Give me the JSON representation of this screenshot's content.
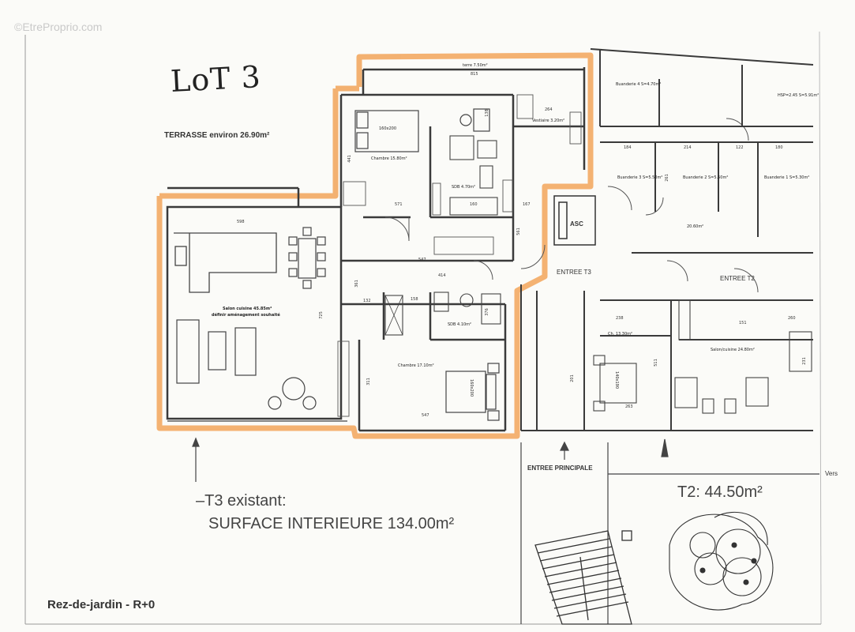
{
  "watermark": "©EtreProprio.com",
  "lot_title": "LoT 3",
  "terrasse_label": "TERRASSE environ 26.90m²",
  "t3_existant_label": "–T3 existant:",
  "surface_interieure_label": "SURFACE INTERIEURE 134.00m²",
  "t2_label": "T2: 44.50m²",
  "entree_principale": "ENTREE PRINCIPALE",
  "entree_t3": "ENTREE T3",
  "entree_t2": "ENTREE T2",
  "level_label": "Rez-de-jardin - R+0",
  "asc_label": "ASC",
  "vers_label": "Vers",
  "rooms": {
    "salon": "Salon cuisine 45.85m²",
    "salon_sub": "définir aménagement souhaité",
    "chambre1": "Chambre 15.80m²",
    "lit1": "160x200",
    "sdb1": "SDB 4.70m²",
    "chambre2": "Chambre 17.10m²",
    "lit2": "160x200",
    "sdb2": "SDB 4.10m²",
    "vestiaire": "Vestiaire 3.20m²",
    "terrasse_haut": "terre 7.50m²",
    "buanderie4": "Buanderie 4 S=4.70m²",
    "hsp": "HSP=2.45 S=5.91m²",
    "buanderie3": "Buanderie 3 S=5.50m²",
    "buanderie2": "Buanderie 2 S=5.50m²",
    "buanderie1": "Buanderie 1 S=5.30m²",
    "couloir": "20.60m²",
    "ch_t2": "Ch. 13.30m²",
    "sejour_t2": "Salon/cuisine 24.80m²",
    "lit3": "140x190"
  },
  "dims": [
    "598",
    "815",
    "547",
    "414",
    "547",
    "571",
    "160",
    "158",
    "132",
    "725",
    "311",
    "361",
    "441",
    "561",
    "264",
    "167",
    "184",
    "214",
    "122",
    "180",
    "238",
    "151",
    "260",
    "263",
    "511",
    "261",
    "231",
    "201",
    "376",
    "138"
  ],
  "colors": {
    "highlight": "#f0a04a",
    "wall": "#444444",
    "paper": "#fbfbf8"
  }
}
